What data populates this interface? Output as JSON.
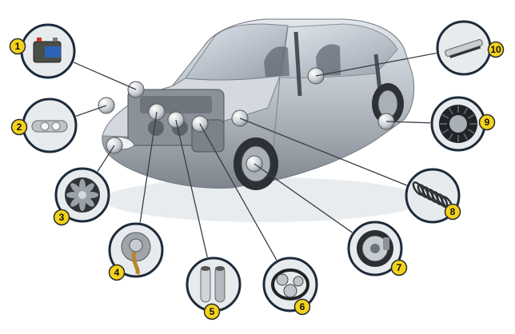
{
  "diagram": {
    "callouts": [
      {
        "number": "1",
        "icon": "battery-icon"
      },
      {
        "number": "2",
        "icon": "headlight-bulb-icon"
      },
      {
        "number": "3",
        "icon": "radiator-fan-icon"
      },
      {
        "number": "4",
        "icon": "engine-oil-icon"
      },
      {
        "number": "5",
        "icon": "exhaust-pipe-icon"
      },
      {
        "number": "6",
        "icon": "drive-belt-icon"
      },
      {
        "number": "7",
        "icon": "brake-disc-icon"
      },
      {
        "number": "8",
        "icon": "coil-spring-icon"
      },
      {
        "number": "9",
        "icon": "tire-icon"
      },
      {
        "number": "10",
        "icon": "wiper-blade-icon"
      }
    ],
    "colors": {
      "badge": "#f3d21b",
      "badge_stroke": "#2b2b2b",
      "ring": "#1d2b3a",
      "leader": "#3a3f46",
      "car_body": "#b9c0c8",
      "car_dark": "#6d747c"
    }
  }
}
